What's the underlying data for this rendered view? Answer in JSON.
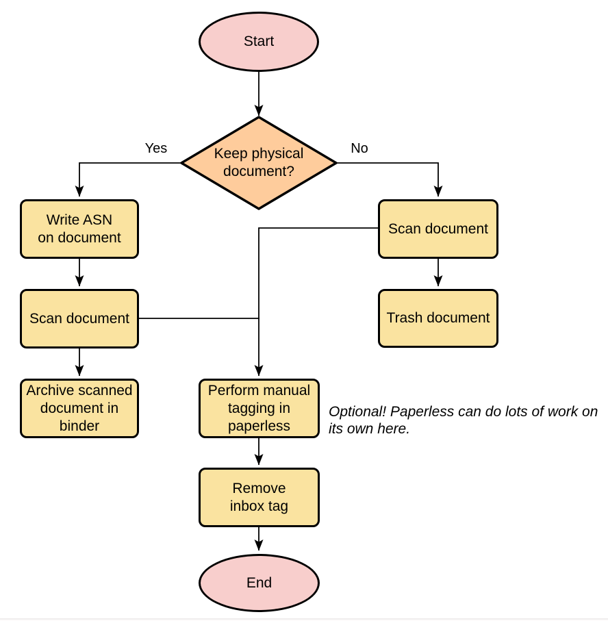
{
  "palette": {
    "terminator_fill": "#f8cecc",
    "decision_fill": "#fecc9c",
    "process_fill": "#fae3a0",
    "stroke": "#000000",
    "edge": "#000000",
    "text": "#000000"
  },
  "nodes": {
    "start": {
      "type": "terminator",
      "label": "Start"
    },
    "decision": {
      "type": "decision",
      "label": "Keep physical\ndocument?"
    },
    "write_asn": {
      "type": "process",
      "label": "Write ASN\non document"
    },
    "scan_left": {
      "type": "process",
      "label": "Scan document"
    },
    "archive": {
      "type": "process",
      "label": "Archive scanned\ndocument in\nbinder"
    },
    "scan_right": {
      "type": "process",
      "label": "Scan document"
    },
    "trash": {
      "type": "process",
      "label": "Trash document"
    },
    "tagging": {
      "type": "process",
      "label": "Perform manual\ntagging in\npaperless"
    },
    "remove_inbox": {
      "type": "process",
      "label": "Remove\ninbox tag"
    },
    "end": {
      "type": "terminator",
      "label": "End"
    }
  },
  "edges": [
    {
      "from": "start",
      "to": "decision",
      "label": ""
    },
    {
      "from": "decision",
      "to": "write_asn",
      "label": "Yes"
    },
    {
      "from": "decision",
      "to": "scan_right",
      "label": "No"
    },
    {
      "from": "write_asn",
      "to": "scan_left",
      "label": ""
    },
    {
      "from": "scan_left",
      "to": "archive",
      "label": ""
    },
    {
      "from": "scan_left",
      "to": "tagging",
      "label": ""
    },
    {
      "from": "scan_right",
      "to": "tagging",
      "label": ""
    },
    {
      "from": "scan_right",
      "to": "trash",
      "label": ""
    },
    {
      "from": "tagging",
      "to": "remove_inbox",
      "label": ""
    },
    {
      "from": "remove_inbox",
      "to": "end",
      "label": ""
    }
  ],
  "annotation": {
    "text": "Optional! Paperless can do lots of work on\nits own here."
  }
}
